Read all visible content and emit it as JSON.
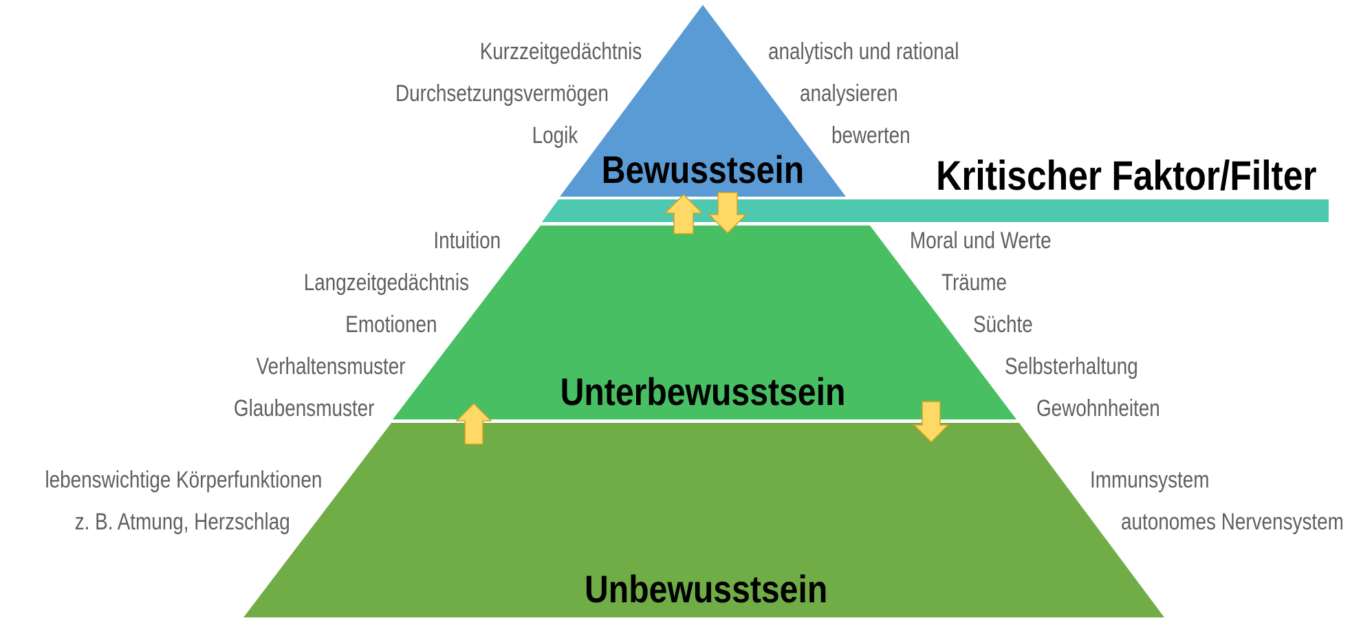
{
  "colors": {
    "conscious": "#5b9bd5",
    "filter": "#4ec9b0",
    "subconscious": "#48bf62",
    "unconscious": "#70ad47",
    "arrow": "#ffd966",
    "arrow_stroke": "#c9a227",
    "label_text": "#5f5f5f",
    "title_text": "#000000"
  },
  "levels": {
    "conscious": {
      "title": "Bewusstsein",
      "left_labels": [
        "Kurzzeitgedächtnis",
        "Durchsetzungsvermögen",
        "Logik"
      ],
      "right_labels": [
        "analytisch und rational",
        "analysieren",
        "bewerten"
      ]
    },
    "filter": {
      "title": "Kritischer Faktor/Filter"
    },
    "subconscious": {
      "title": "Unterbewusstsein",
      "left_labels": [
        "Intuition",
        "Langzeitgedächtnis",
        "Emotionen",
        "Verhaltensmuster",
        "Glaubensmuster"
      ],
      "right_labels": [
        "Moral und Werte",
        "Träume",
        "Süchte",
        "Selbsterhaltung",
        "Gewohnheiten"
      ]
    },
    "unconscious": {
      "title": "Unbewusstsein",
      "left_labels": [
        "lebenswichtige Körperfunktionen",
        "z. B. Atmung, Herzschlag"
      ],
      "right_labels": [
        "Immunsystem",
        "autonomes Nervensystem"
      ]
    }
  },
  "arrows": [
    {
      "name": "arrow-up-filter",
      "direction": "up"
    },
    {
      "name": "arrow-down-filter",
      "direction": "down"
    },
    {
      "name": "arrow-up-lower",
      "direction": "up"
    },
    {
      "name": "arrow-down-lower",
      "direction": "down"
    }
  ]
}
